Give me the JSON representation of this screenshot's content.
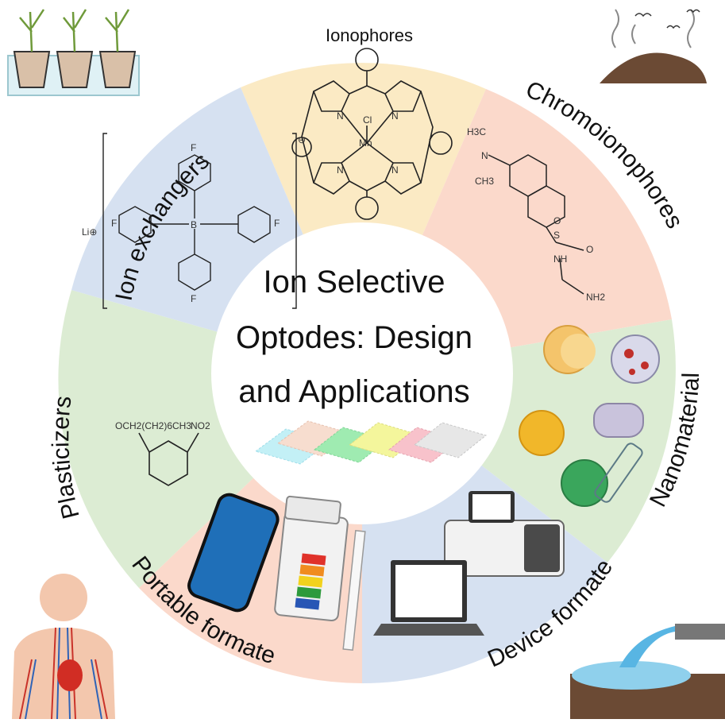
{
  "diagram": {
    "title_lines": [
      "Ion Selective",
      "Optodes: Design",
      "and Applications"
    ],
    "segments": [
      {
        "id": "ionophores",
        "label": "Ionophores",
        "color": "#fbeac4"
      },
      {
        "id": "chromoionophores",
        "label": "Chromoionophores",
        "color": "#fbd9cb"
      },
      {
        "id": "nanomaterials",
        "label": "Nanomaterials",
        "color": "#dcecd3"
      },
      {
        "id": "device",
        "label": "Device formate",
        "color": "#d6e1f1"
      },
      {
        "id": "portable",
        "label": "Portable formate",
        "color": "#fbd9cb"
      },
      {
        "id": "plasticizers",
        "label": "Plasticizers",
        "color": "#dcecd3"
      },
      {
        "id": "ion_exchangers",
        "label": "Ion exchangers",
        "color": "#d6e1f1"
      }
    ],
    "chem_labels": {
      "mn_complex": [
        "Cl",
        "Mn",
        "N",
        "N",
        "N",
        "N"
      ],
      "exchanger": [
        "Li⊕",
        "B",
        "⊖",
        "F"
      ],
      "chromo": [
        "H3C",
        "N",
        "CH3",
        "S",
        "O",
        "O",
        "NH",
        "NH2"
      ],
      "plasticizer": [
        "OCH2(CH2)6CH3",
        "NO2"
      ]
    }
  }
}
